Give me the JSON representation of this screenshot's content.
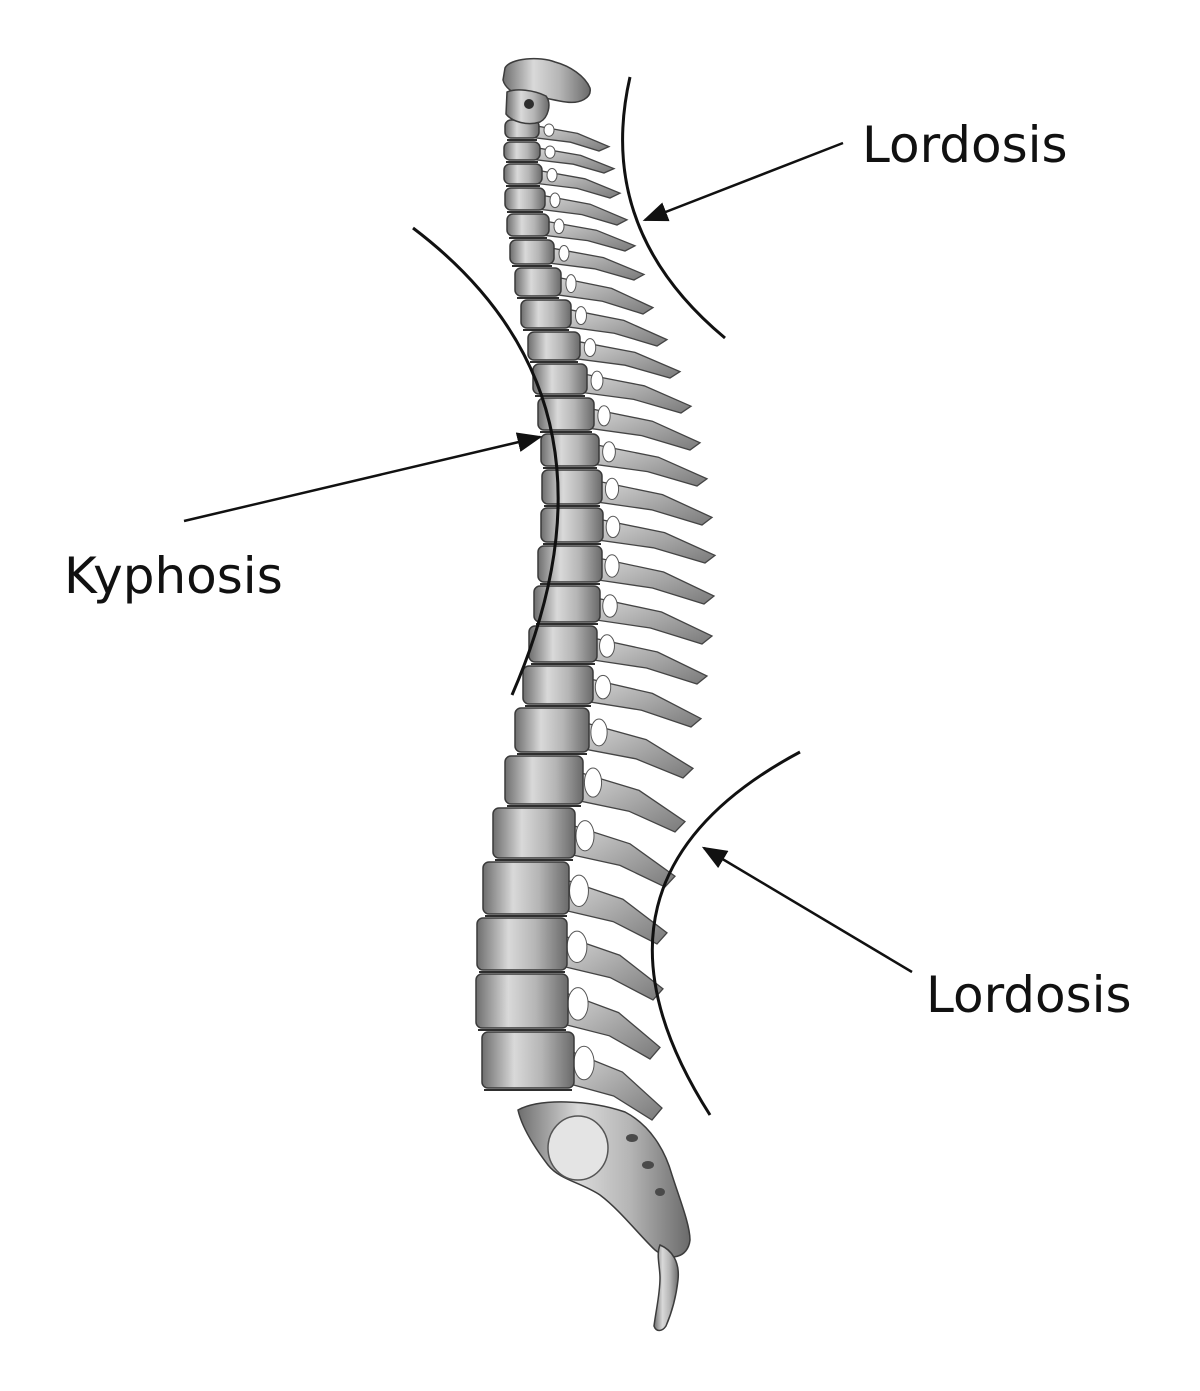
{
  "labels": {
    "cervical": "Lordosis",
    "thoracic": "Kyphosis",
    "lumbar": "Lordosis"
  },
  "colors": {
    "ink": "#111111",
    "bone_light": "#e6e6e6",
    "bone_mid": "#a9a9a9",
    "bone_dark": "#5a5a5a",
    "background": "#ffffff"
  },
  "illustration": {
    "subject": "spine-lateral-view"
  }
}
